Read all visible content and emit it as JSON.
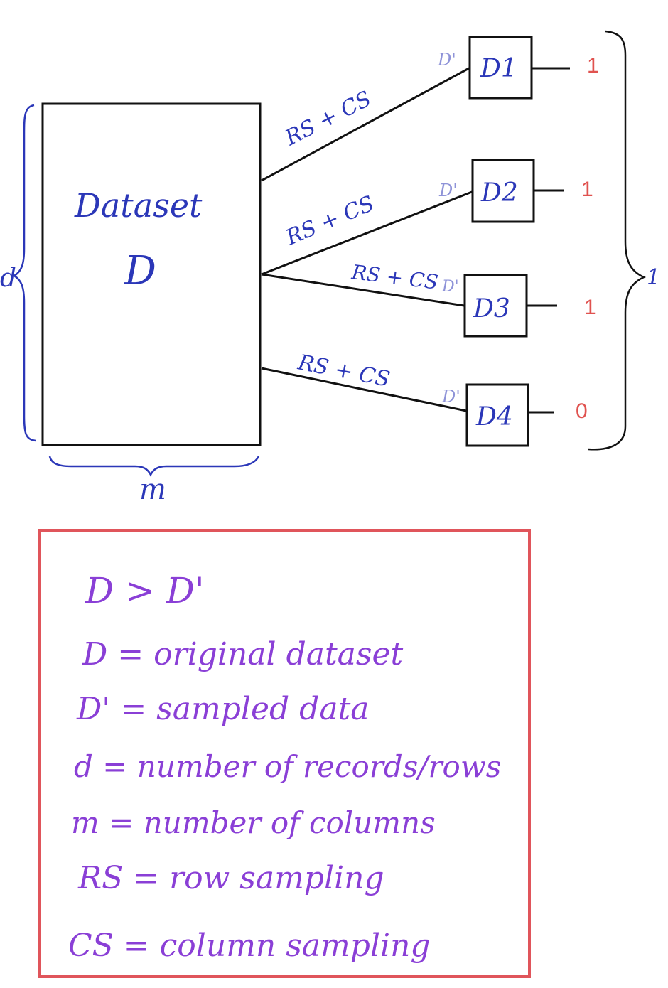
{
  "colors": {
    "ink": "#111111",
    "blue": "#2b37b8",
    "faint_blue": "#8e93d8",
    "red": "#e0524f",
    "purple": "#8a3fd6",
    "legend_border": "#e0555b"
  },
  "dataset": {
    "title": "Dataset",
    "name": "D",
    "rows_label": "d",
    "cols_label": "m"
  },
  "branches": [
    {
      "sample_label": "RS + CS",
      "subset_label": "D'",
      "box_label": "D1",
      "output": "1"
    },
    {
      "sample_label": "RS + CS",
      "subset_label": "D'",
      "box_label": "D2",
      "output": "1"
    },
    {
      "sample_label": "RS + CS",
      "subset_label": "D'",
      "box_label": "D3",
      "output": "1"
    },
    {
      "sample_label": "RS + CS",
      "subset_label": "D'",
      "box_label": "D4",
      "output": "0"
    }
  ],
  "aggregate_output": "1",
  "legend": {
    "lines": [
      "D > D'",
      "D = original dataset",
      "D' = sampled data",
      "d = number of records/rows",
      "m = number of columns",
      "RS = row sampling",
      "CS = column sampling"
    ]
  }
}
